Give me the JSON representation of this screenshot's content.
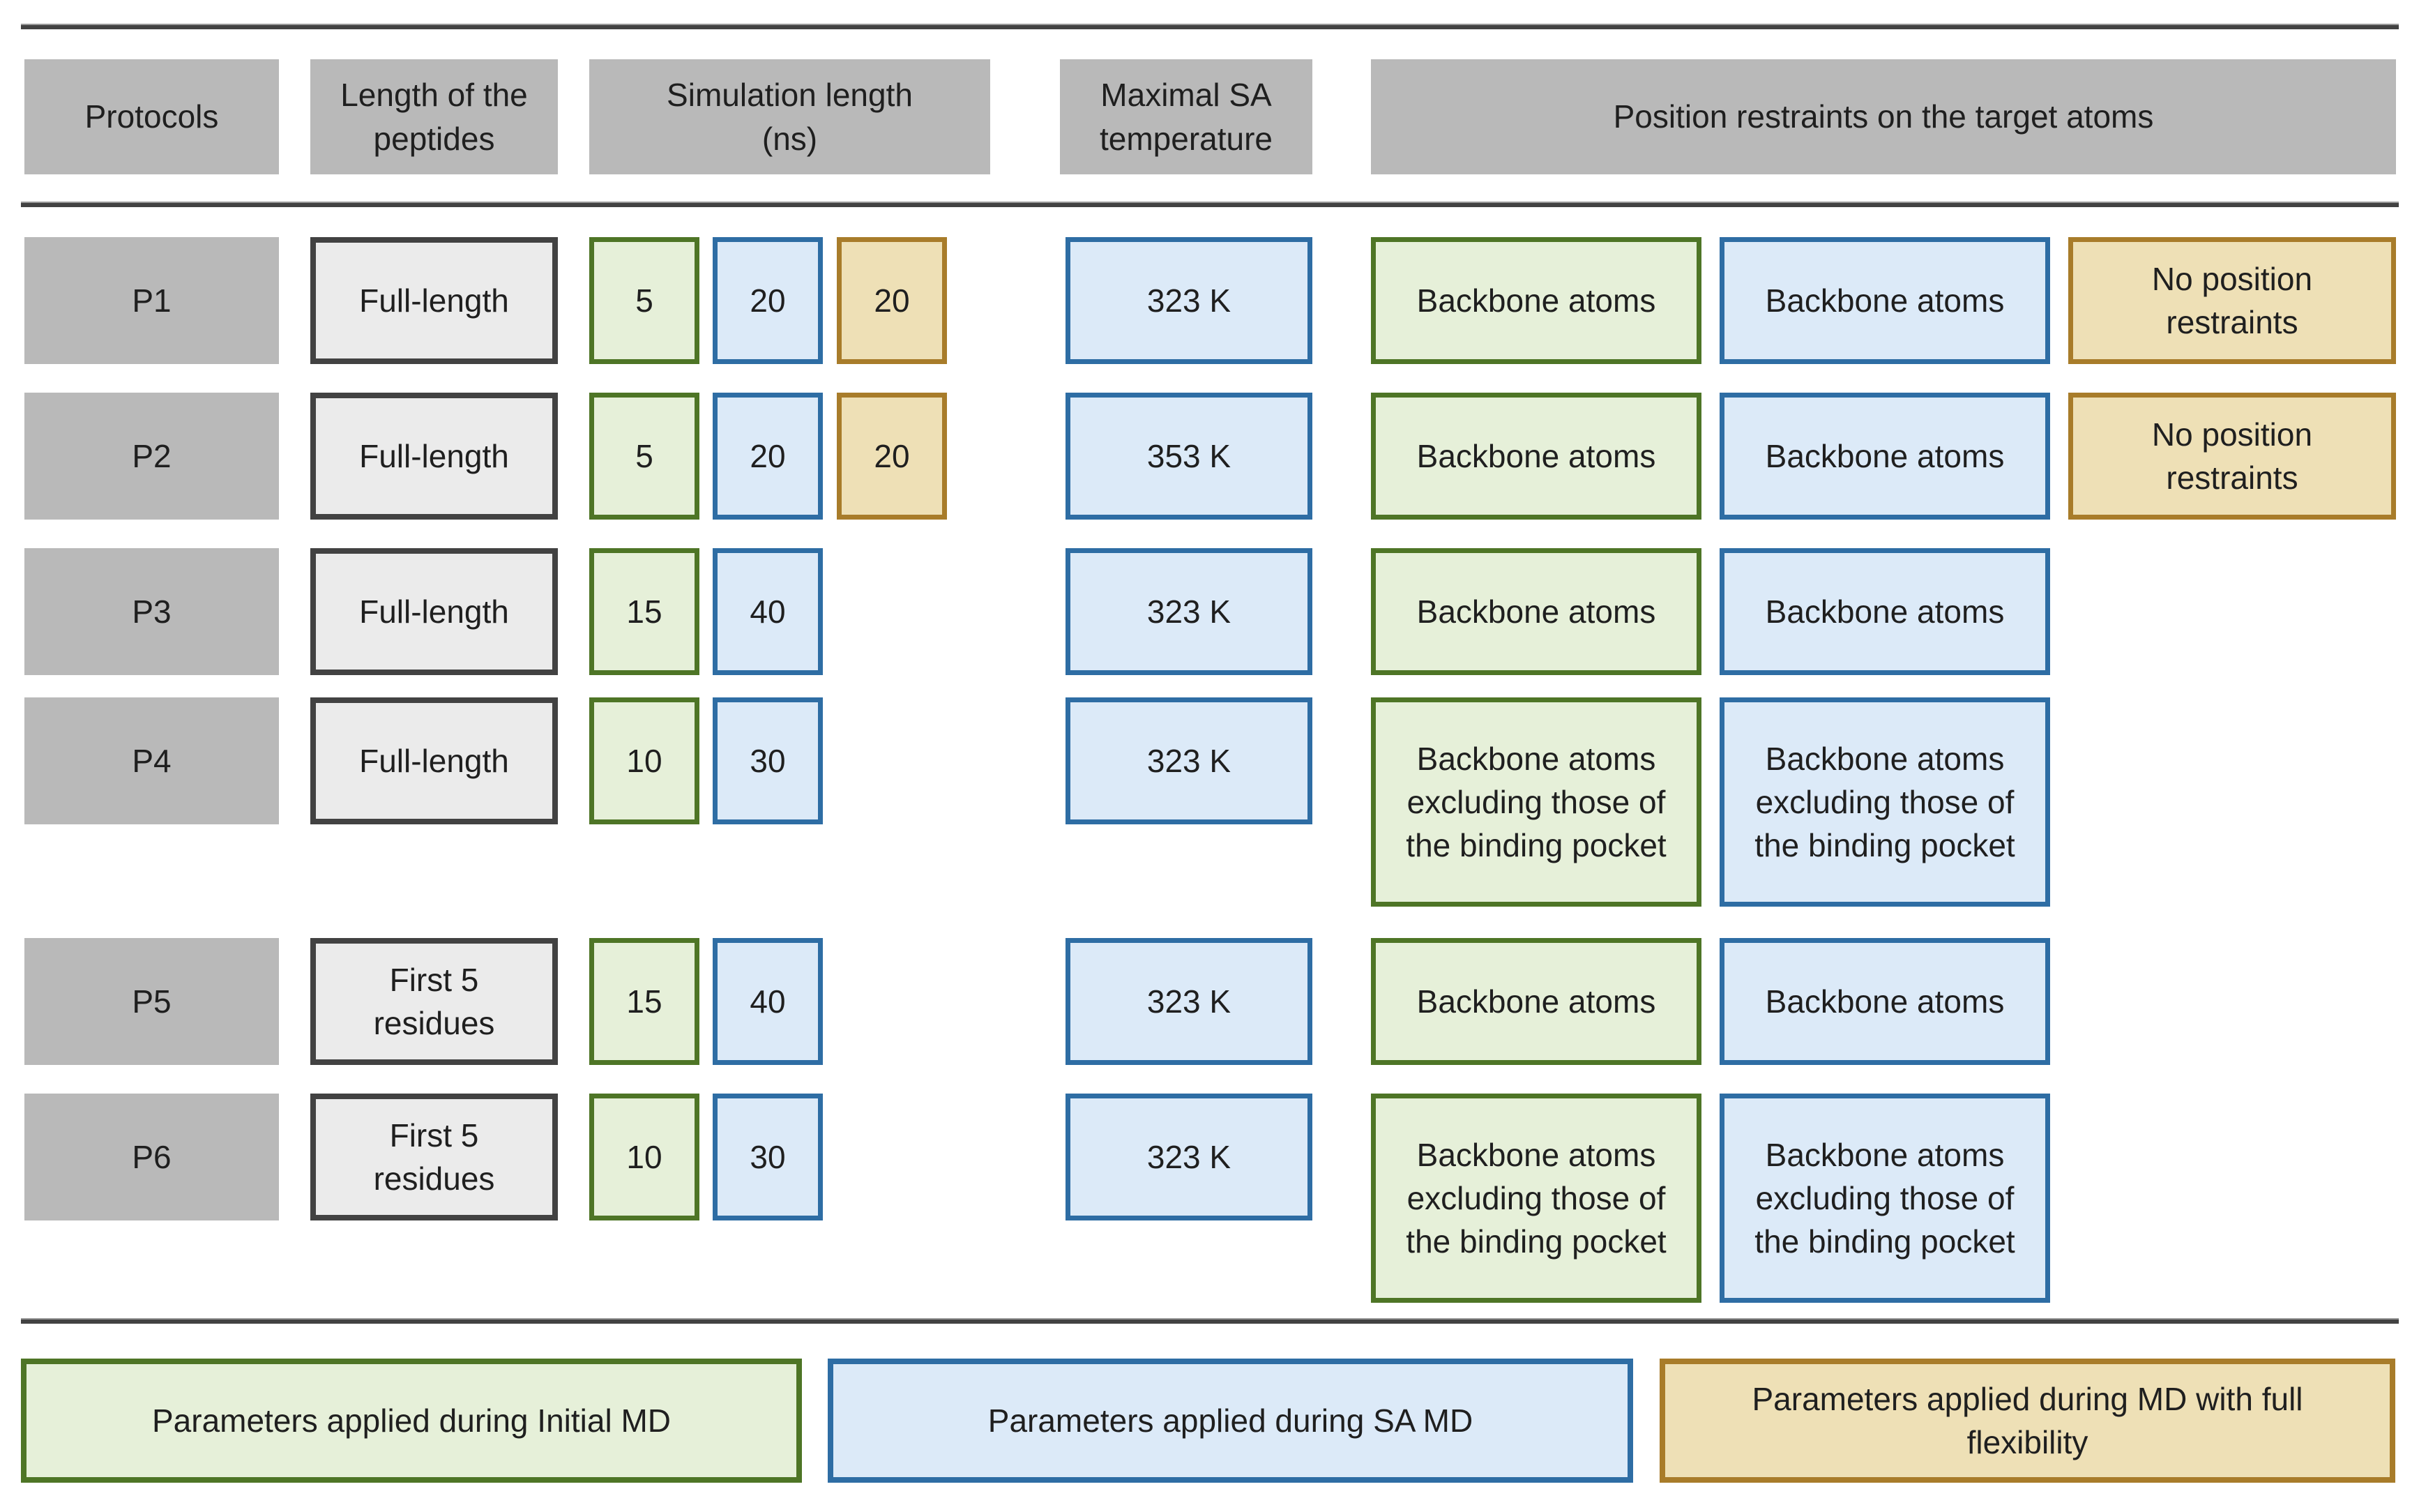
{
  "header": {
    "columns": [
      "Protocols",
      "Length of the peptides",
      "Simulation length (ns)",
      "Maximal SA temperature",
      "Position restraints on the target atoms"
    ]
  },
  "rows": [
    {
      "protocol": "P1",
      "peptide_length": "Full-length",
      "sim_initial": "5",
      "sim_sa": "20",
      "sim_full": "20",
      "max_sa_temp": "323 K",
      "restraint_initial": "Backbone atoms",
      "restraint_sa": "Backbone atoms",
      "restraint_full": "No position restraints"
    },
    {
      "protocol": "P2",
      "peptide_length": "Full-length",
      "sim_initial": "5",
      "sim_sa": "20",
      "sim_full": "20",
      "max_sa_temp": "353 K",
      "restraint_initial": "Backbone atoms",
      "restraint_sa": "Backbone atoms",
      "restraint_full": "No position restraints"
    },
    {
      "protocol": "P3",
      "peptide_length": "Full-length",
      "sim_initial": "15",
      "sim_sa": "40",
      "max_sa_temp": "323 K",
      "restraint_initial": "Backbone atoms",
      "restraint_sa": "Backbone atoms"
    },
    {
      "protocol": "P4",
      "peptide_length": "Full-length",
      "sim_initial": "10",
      "sim_sa": "30",
      "max_sa_temp": "323 K",
      "restraint_initial": "Backbone atoms excluding those of the binding pocket",
      "restraint_sa": "Backbone atoms excluding those of the binding pocket"
    },
    {
      "protocol": "P5",
      "peptide_length": "First 5 residues",
      "sim_initial": "15",
      "sim_sa": "40",
      "max_sa_temp": "323 K",
      "restraint_initial": "Backbone atoms",
      "restraint_sa": "Backbone atoms"
    },
    {
      "protocol": "P6",
      "peptide_length": "First 5 residues",
      "sim_initial": "10",
      "sim_sa": "30",
      "max_sa_temp": "323 K",
      "restraint_initial": "Backbone atoms excluding those of the binding pocket",
      "restraint_sa": "Backbone atoms excluding those of the binding pocket"
    }
  ],
  "legend": {
    "initial": "Parameters applied during Initial MD",
    "sa": "Parameters applied during SA MD",
    "full": "Parameters applied during MD with full flexibility"
  },
  "colors": {
    "initial_md_fill": "#e6f0d9",
    "initial_md_border": "#4e7526",
    "sa_md_fill": "#dceaf8",
    "sa_md_border": "#2e6da4",
    "full_md_fill": "#eee0b6",
    "full_md_border": "#a87c2a",
    "header_gray": "#b9b9b9",
    "peptide_fill": "#ebebeb",
    "peptide_border": "#424242",
    "rule": "#424242"
  }
}
